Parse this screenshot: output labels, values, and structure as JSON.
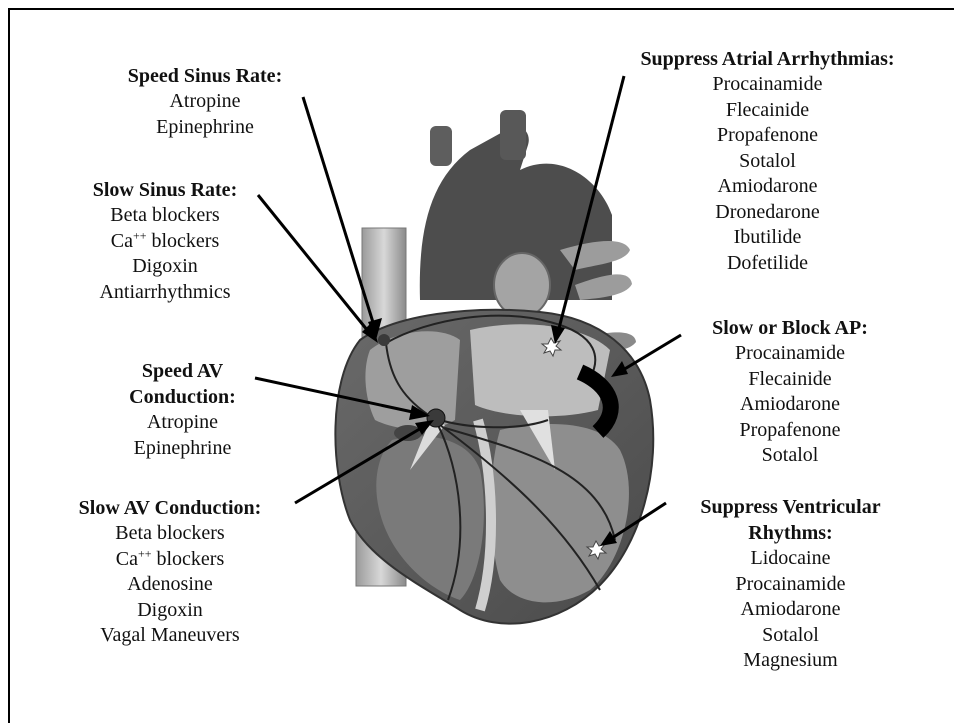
{
  "groups": {
    "speed_sinus": {
      "heading": "Speed Sinus Rate:",
      "items": [
        "Atropine",
        "Epinephrine"
      ]
    },
    "slow_sinus": {
      "heading": "Slow Sinus Rate:",
      "items": [
        {
          "pre": "Beta blockers",
          "sup": "",
          "suf": ""
        },
        {
          "pre": "Ca",
          "sup": "++",
          "suf": " blockers"
        },
        {
          "pre": "Digoxin",
          "sup": "",
          "suf": ""
        },
        {
          "pre": "Antiarrhythmics",
          "sup": "",
          "suf": ""
        }
      ]
    },
    "speed_av": {
      "heading_line1": "Speed AV",
      "heading_line2": "Conduction:",
      "items": [
        "Atropine",
        "Epinephrine"
      ]
    },
    "slow_av": {
      "heading": "Slow AV Conduction:",
      "items": [
        {
          "pre": "Beta blockers",
          "sup": "",
          "suf": ""
        },
        {
          "pre": "Ca",
          "sup": "++",
          "suf": " blockers"
        },
        {
          "pre": "Adenosine",
          "sup": "",
          "suf": ""
        },
        {
          "pre": "Digoxin",
          "sup": "",
          "suf": ""
        },
        {
          "pre": "Vagal Maneuvers",
          "sup": "",
          "suf": ""
        }
      ]
    },
    "suppress_atrial": {
      "heading": "Suppress Atrial Arrhythmias:",
      "items": [
        "Procainamide",
        "Flecainide",
        "Propafenone",
        "Sotalol",
        "Amiodarone",
        "Dronedarone",
        "Ibutilide",
        "Dofetilide"
      ]
    },
    "slow_block_ap": {
      "heading": "Slow or Block AP:",
      "items": [
        "Procainamide",
        "Flecainide",
        "Amiodarone",
        "Propafenone",
        "Sotalol"
      ]
    },
    "suppress_ventricular": {
      "heading_line1": "Suppress Ventricular",
      "heading_line2": "Rhythms:",
      "items": [
        "Lidocaine",
        "Procainamide",
        "Amiodarone",
        "Sotalol",
        "Magnesium"
      ]
    }
  },
  "colors": {
    "line": "#111111",
    "dark_gray": "#5a5a5a",
    "mid_gray": "#8c8c8c",
    "light_gray": "#b4b4b4",
    "pale_gray": "#d2d2d2"
  }
}
